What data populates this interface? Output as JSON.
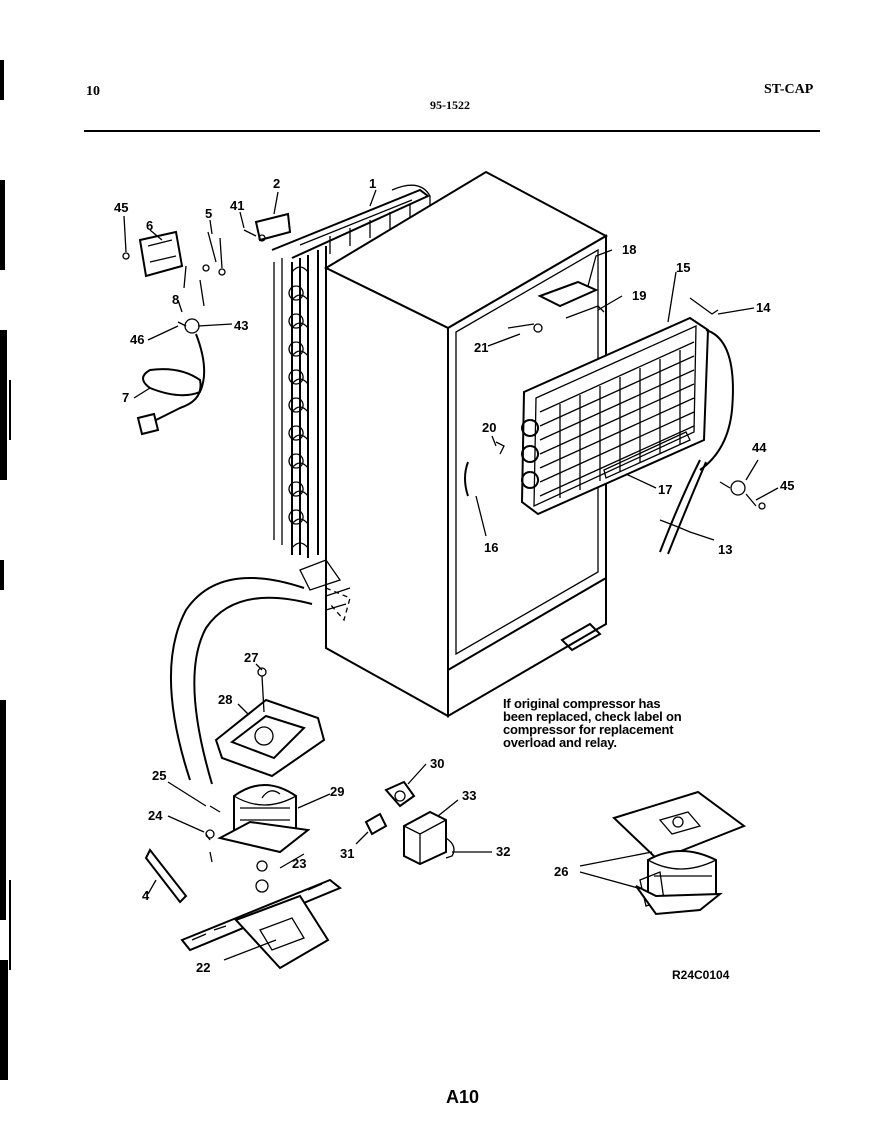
{
  "header": {
    "page_number": "10",
    "document_code": "95-1522",
    "model_code": "ST-CAP"
  },
  "callouts": [
    "1",
    "2",
    "4",
    "5",
    "6",
    "7",
    "8",
    "13",
    "14",
    "15",
    "16",
    "17",
    "18",
    "19",
    "20",
    "21",
    "22",
    "23",
    "24",
    "25",
    "26",
    "27",
    "28",
    "29",
    "30",
    "31",
    "32",
    "33",
    "41",
    "43",
    "44",
    "45",
    "46"
  ],
  "note": {
    "line1": "If original compressor has",
    "line2": "been replaced, check label on",
    "line3": "compressor for replacement",
    "line4": "overload and relay."
  },
  "reference_code": "R24C0104",
  "footer_page": "A10"
}
